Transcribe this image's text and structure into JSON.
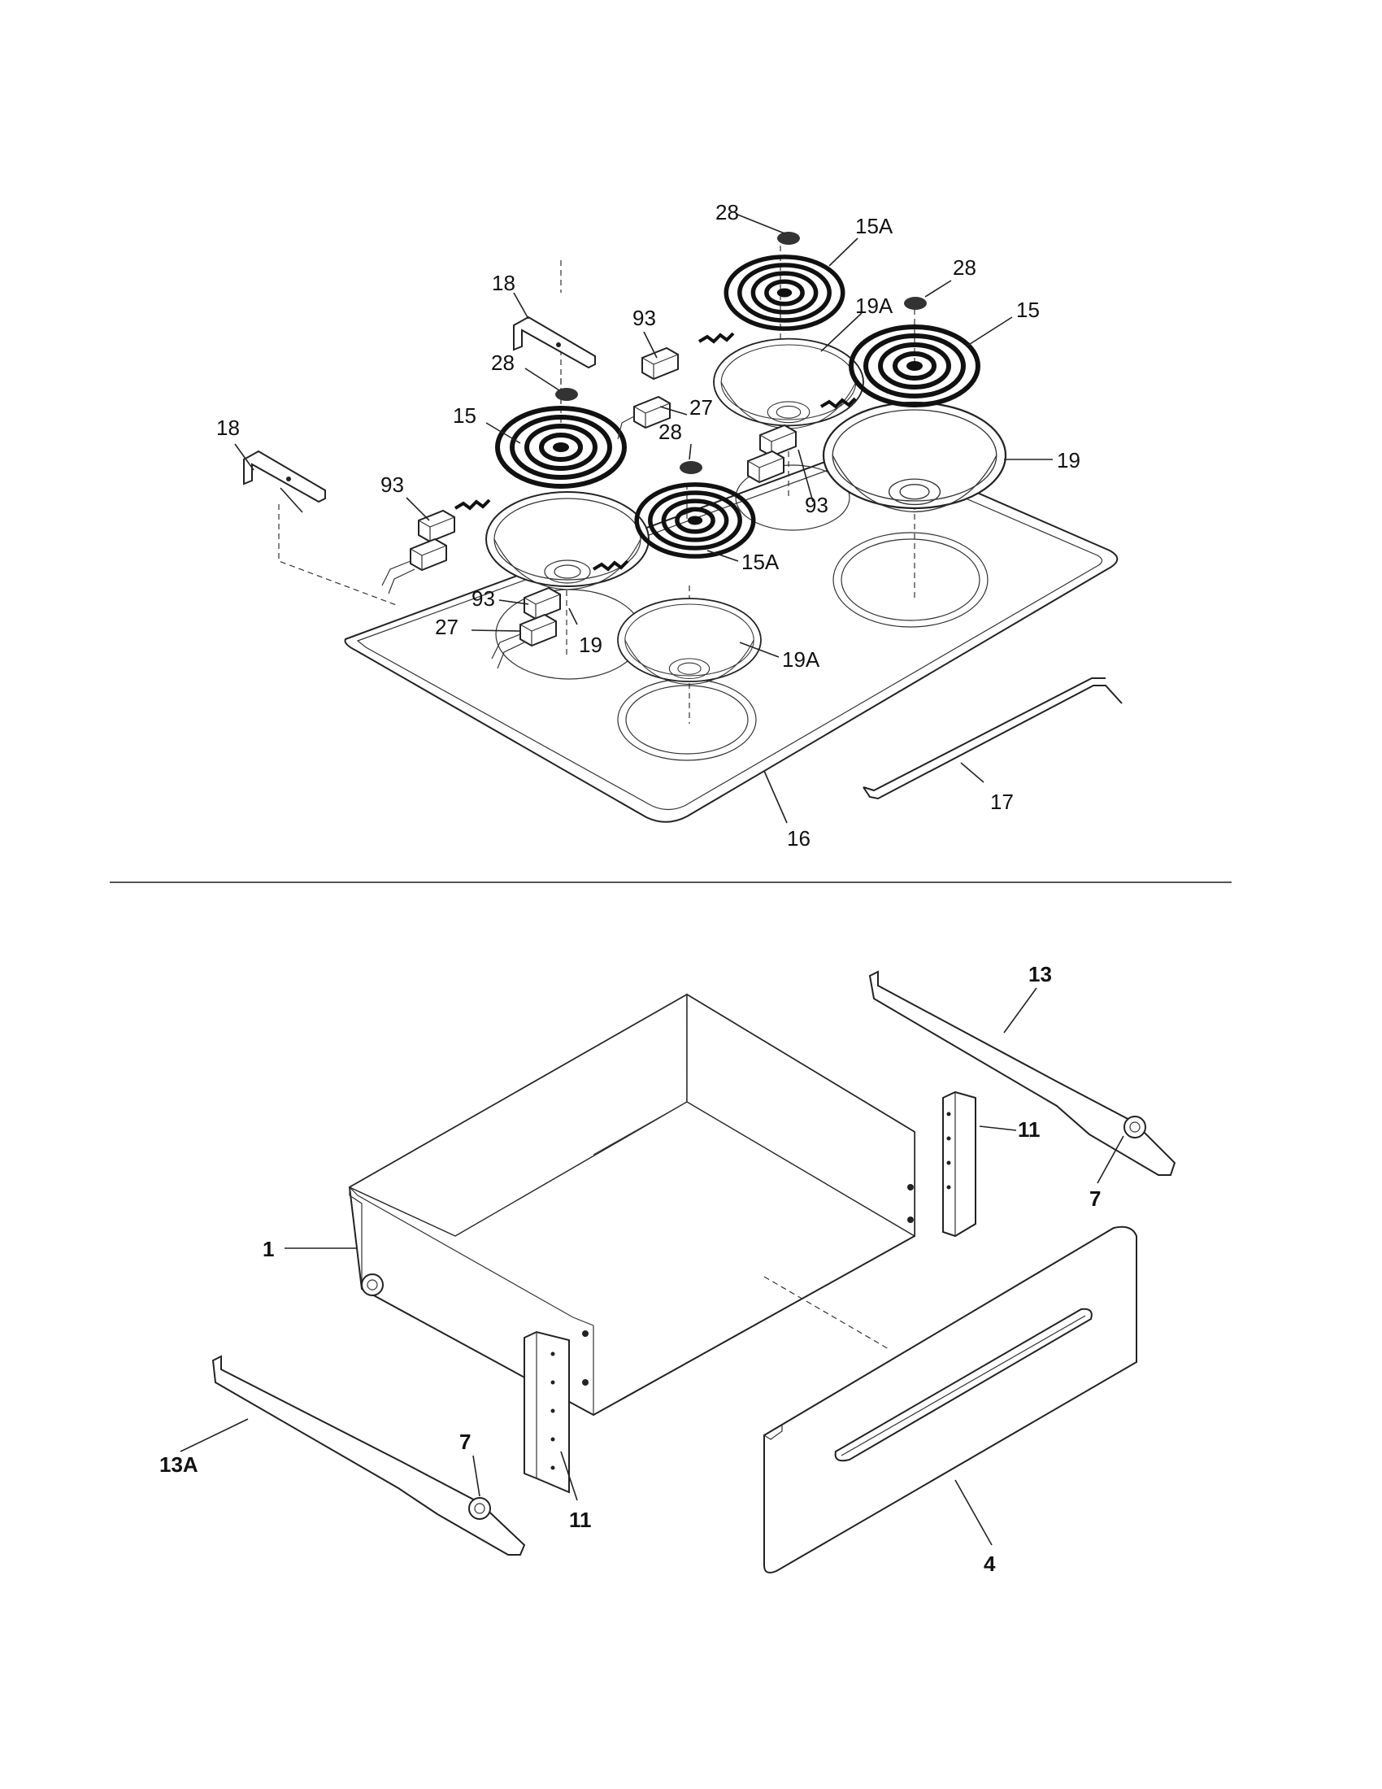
{
  "cooktop": {
    "labels": {
      "l28a": "28",
      "l15a_top": "15A",
      "l28b": "28",
      "l15_right": "15",
      "l19a_top": "19A",
      "l18_top": "18",
      "l93_top": "93",
      "l28c": "28",
      "l15_left": "15",
      "l27_top": "27",
      "l18_left": "18",
      "l28d": "28",
      "l93_left": "93",
      "l93_mid": "93",
      "l19_right": "19",
      "l15a_mid": "15A",
      "l93_low": "93",
      "l27_low": "27",
      "l19_low": "19",
      "l19a_low": "19A",
      "l16": "16",
      "l17": "17"
    }
  },
  "drawer": {
    "labels": {
      "l13": "13",
      "l11_right": "11",
      "l7_right": "7",
      "l1": "1",
      "l13a": "13A",
      "l7_left": "7",
      "l11_left": "11",
      "l4": "4"
    }
  }
}
